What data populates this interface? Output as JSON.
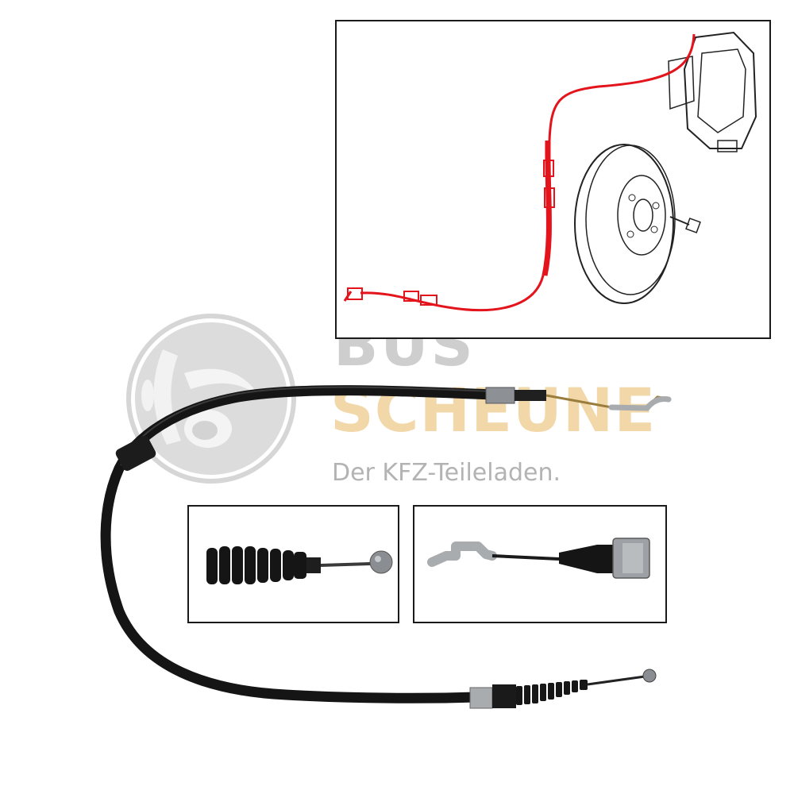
{
  "watermark": {
    "line1": "BUS",
    "line2": "SCHEUNE",
    "tagline": "Der KFZ-Teileladen.",
    "colors": {
      "gray": "#c9c9c9",
      "gold": "#f0cf95",
      "tagline": "#b3b3b3"
    }
  },
  "colors": {
    "cable": "#151515",
    "highlight": "#e3141c",
    "panel_border": "#1a1a1a",
    "metal": "#a9acaf"
  }
}
